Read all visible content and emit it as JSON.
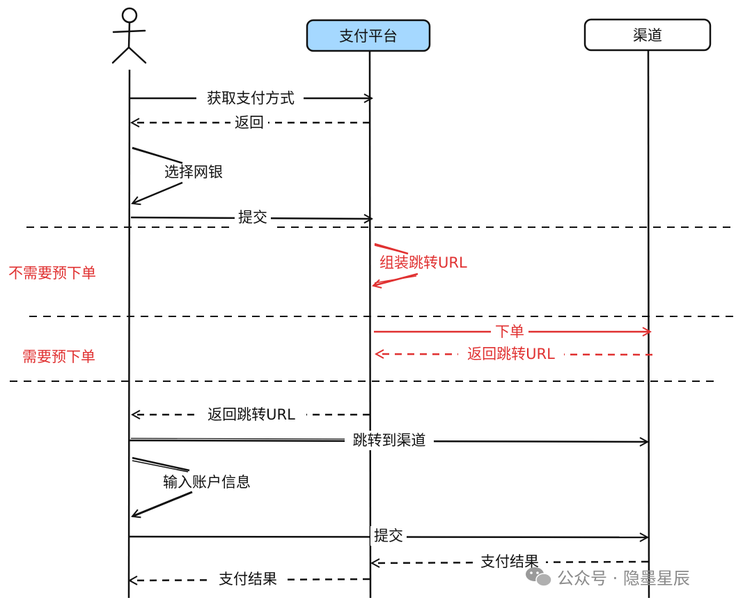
{
  "participants": {
    "user": {
      "name": ""
    },
    "platform": {
      "name": "支付平台",
      "fill": "#a5d8ff"
    },
    "channel": {
      "name": "渠道",
      "fill": "#ffffff"
    }
  },
  "messages": [
    {
      "label": "获取支付方式",
      "from": "user",
      "to": "platform",
      "style": "solid",
      "color": "#111111"
    },
    {
      "label": "返回",
      "from": "platform",
      "to": "user",
      "style": "dashed",
      "color": "#111111"
    },
    {
      "label": "选择网银",
      "from": "user",
      "to": "user",
      "style": "self",
      "color": "#111111"
    },
    {
      "label": "提交",
      "from": "user",
      "to": "platform",
      "style": "solid",
      "color": "#111111"
    },
    {
      "label": "组装跳转URL",
      "from": "platform",
      "to": "platform",
      "style": "self",
      "color": "#e03131"
    },
    {
      "label": "下单",
      "from": "platform",
      "to": "channel",
      "style": "solid",
      "color": "#e03131"
    },
    {
      "label": "返回跳转URL",
      "from": "channel",
      "to": "platform",
      "style": "dashed",
      "color": "#e03131"
    },
    {
      "label": "返回跳转URL",
      "from": "platform",
      "to": "user",
      "style": "dashed",
      "color": "#111111"
    },
    {
      "label": "跳转到渠道",
      "from": "user",
      "to": "channel",
      "style": "solid",
      "color": "#111111"
    },
    {
      "label": "输入账户信息",
      "from": "user",
      "to": "user",
      "style": "self",
      "color": "#111111"
    },
    {
      "label": "提交",
      "from": "user",
      "to": "channel",
      "style": "solid",
      "color": "#111111"
    },
    {
      "label": "支付结果",
      "from": "channel",
      "to": "platform",
      "style": "dashed",
      "color": "#111111"
    },
    {
      "label": "支付结果",
      "from": "platform",
      "to": "user",
      "style": "dashed",
      "color": "#111111"
    }
  ],
  "sections": [
    {
      "label": "不需要预下单",
      "color": "#e03131"
    },
    {
      "label": "需要预下单",
      "color": "#e03131"
    }
  ],
  "watermark": {
    "text": "公众号 · 隐墨星辰",
    "icon": "wechat-icon"
  }
}
